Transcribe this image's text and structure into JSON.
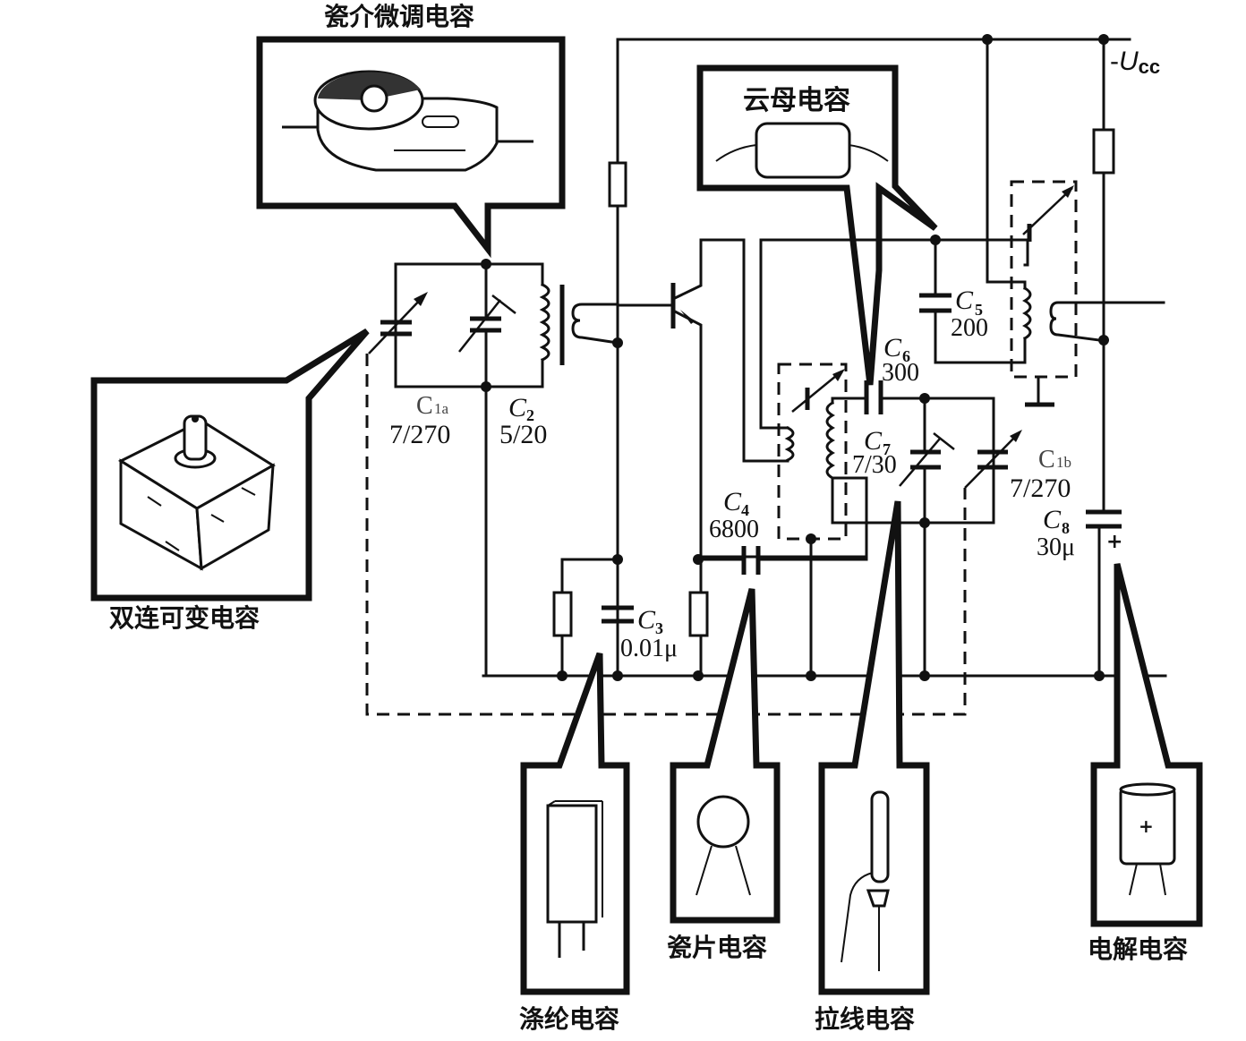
{
  "diagram": {
    "type": "circuit-schematic",
    "supply_label": {
      "sign": "-",
      "symbol": "U",
      "subscript": "cc"
    },
    "callouts": {
      "ceramic_trimmer": "瓷介微调电容",
      "mica": "云母电容",
      "dual_variable": "双连可变电容",
      "polyester": "涤纶电容",
      "ceramic_disc": "瓷片电容",
      "wire_wound": "拉线电容",
      "electrolytic": "电解电容"
    },
    "components": {
      "c1a": {
        "name": "C",
        "sub": "1a",
        "value": "7/270"
      },
      "c2": {
        "name": "C",
        "sub": "2",
        "value": "5/20"
      },
      "c3": {
        "name": "C",
        "sub": "3",
        "value": "0.01μ"
      },
      "c4": {
        "name": "C",
        "sub": "4",
        "value": "6800"
      },
      "c5": {
        "name": "C",
        "sub": "5",
        "value": "200"
      },
      "c6": {
        "name": "C",
        "sub": "6",
        "value": "300"
      },
      "c7": {
        "name": "C",
        "sub": "7",
        "value": "7/30"
      },
      "c1b": {
        "name": "C",
        "sub": "1b",
        "value": "7/270"
      },
      "c8": {
        "name": "C",
        "sub": "8",
        "value": "30μ"
      },
      "electrolytic_polarity": "+"
    }
  }
}
